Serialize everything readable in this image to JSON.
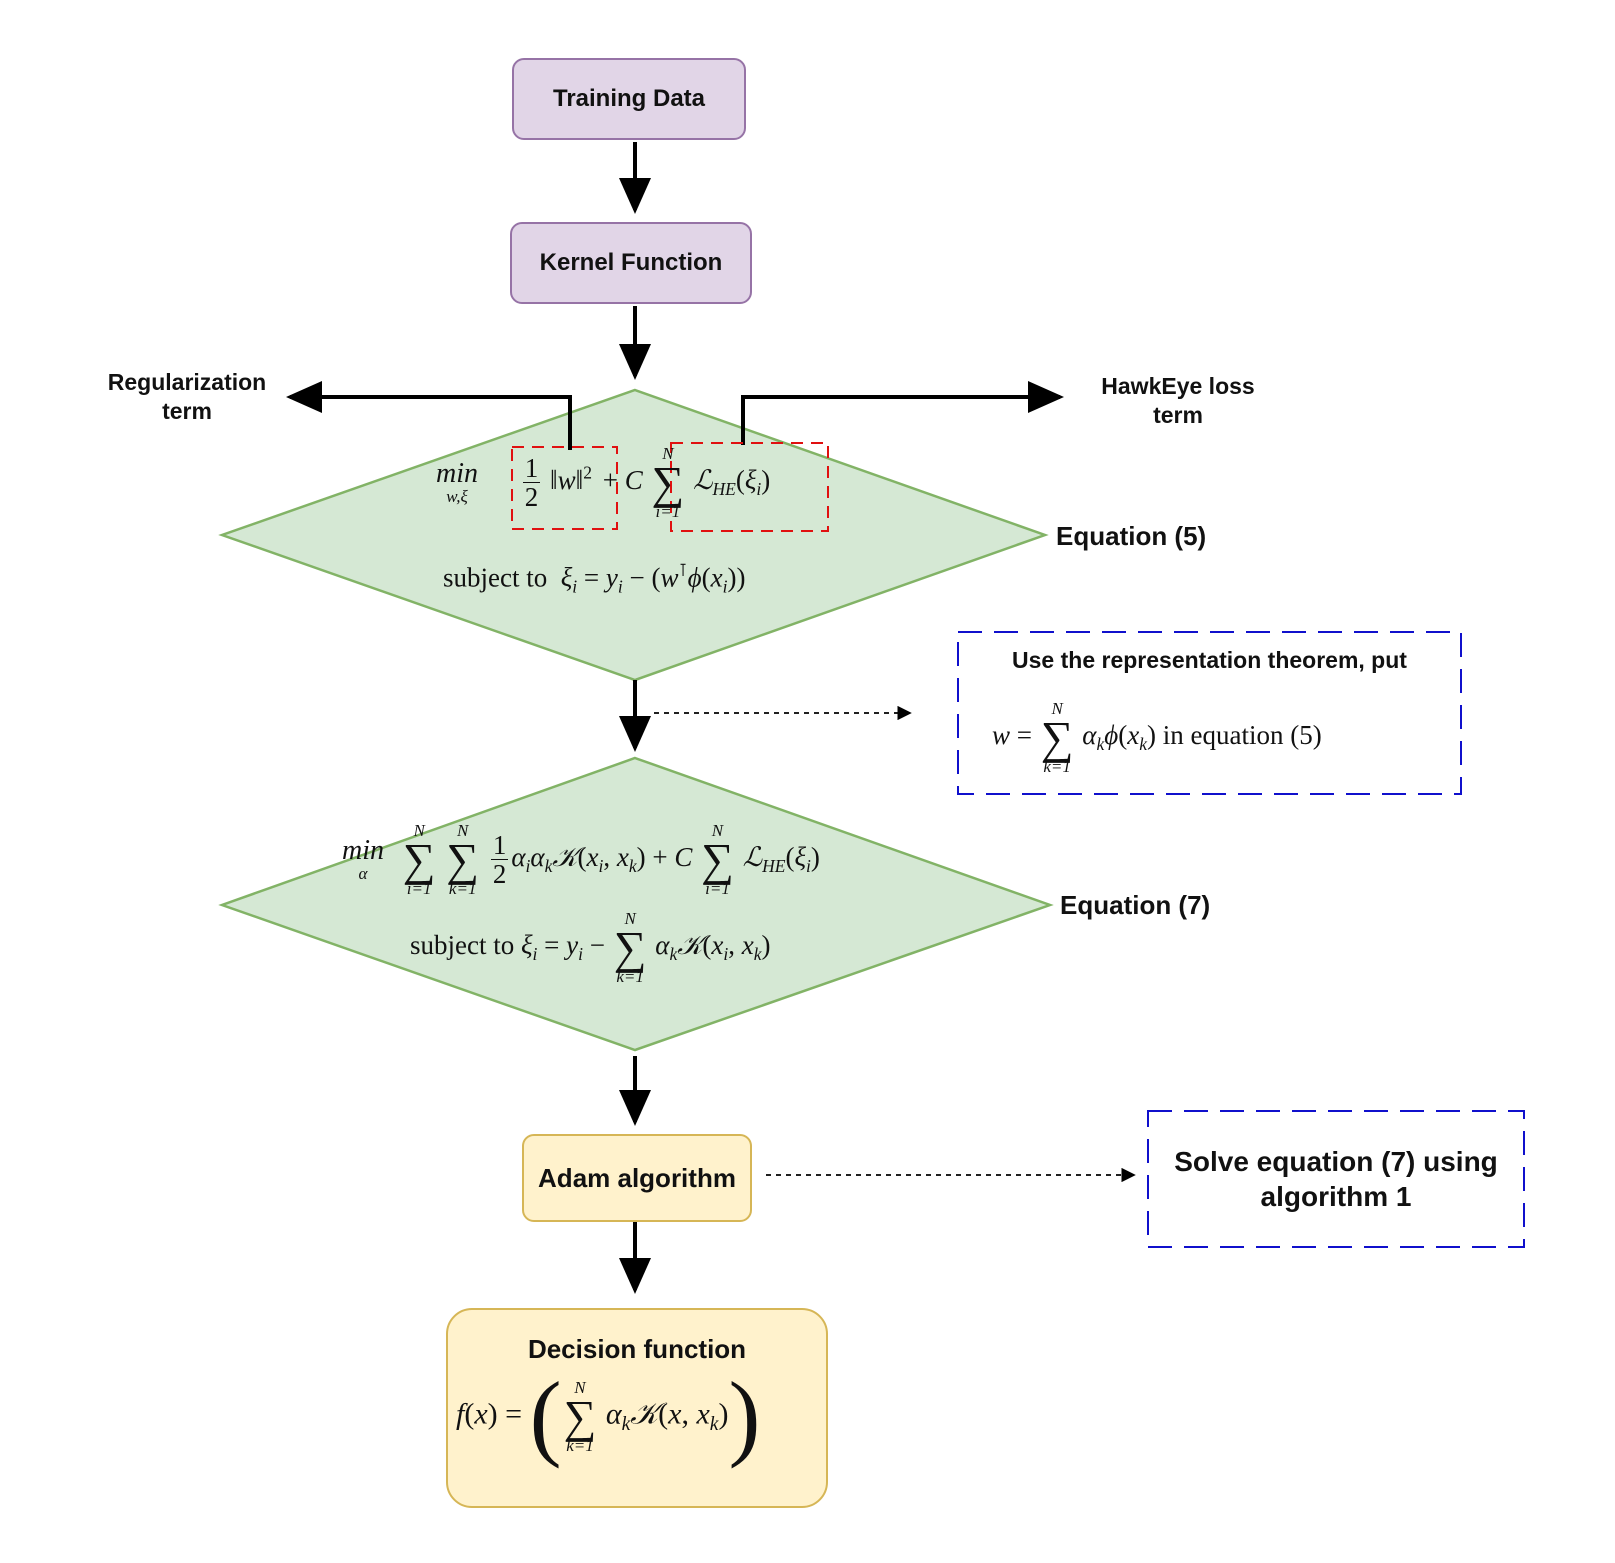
{
  "nodes": {
    "training_data": "Training Data",
    "kernel_function": "Kernel Function",
    "adam_algorithm": "Adam algorithm",
    "decision_title": "Decision function"
  },
  "labels": {
    "regularization": "Regularization term",
    "hawkeye": "HawkEye loss term",
    "equation5": "Equation (5)",
    "equation7": "Equation (7)"
  },
  "notes": {
    "representation_title": "Use the representation theorem, put",
    "representation_suffix": "in equation (5)",
    "solve": "Solve equation (7) using algorithm 1"
  },
  "math": {
    "subject_to": "subject to",
    "min": "min",
    "min_sub_5": "w,ξ",
    "min_sub_7": "α",
    "upper_limit": "N"
  },
  "colors": {
    "purple_fill": "#e1d5e7",
    "purple_border": "#9673a6",
    "green_fill": "#d5e8d4",
    "green_border": "#82b366",
    "yellow_fill": "#fff2cc",
    "yellow_border": "#d6b656",
    "red_dash": "#e01010",
    "blue_dash": "#1010cc"
  }
}
